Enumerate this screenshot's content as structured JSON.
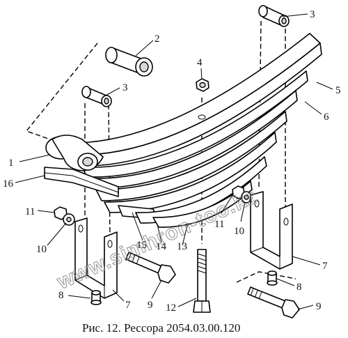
{
  "diagram": {
    "callouts": [
      {
        "id": "c1",
        "text": "1"
      },
      {
        "id": "c2",
        "text": "2"
      },
      {
        "id": "c3a",
        "text": "3"
      },
      {
        "id": "c3b",
        "text": "3"
      },
      {
        "id": "c4",
        "text": "4"
      },
      {
        "id": "c5",
        "text": "5"
      },
      {
        "id": "c6",
        "text": "6"
      },
      {
        "id": "c7a",
        "text": "7"
      },
      {
        "id": "c7b",
        "text": "7"
      },
      {
        "id": "c8a",
        "text": "8"
      },
      {
        "id": "c8b",
        "text": "8"
      },
      {
        "id": "c9a",
        "text": "9"
      },
      {
        "id": "c9b",
        "text": "9"
      },
      {
        "id": "c10a",
        "text": "10"
      },
      {
        "id": "c10b",
        "text": "10"
      },
      {
        "id": "c11a",
        "text": "11"
      },
      {
        "id": "c11b",
        "text": "11"
      },
      {
        "id": "c12",
        "text": "12"
      },
      {
        "id": "c13",
        "text": "13"
      },
      {
        "id": "c14",
        "text": "14"
      },
      {
        "id": "c15",
        "text": "15"
      },
      {
        "id": "c16",
        "text": "16"
      }
    ],
    "watermark": "www.simhron-too.kz",
    "caption": "Рис. 12. Рессора 2054.03.00.120"
  }
}
